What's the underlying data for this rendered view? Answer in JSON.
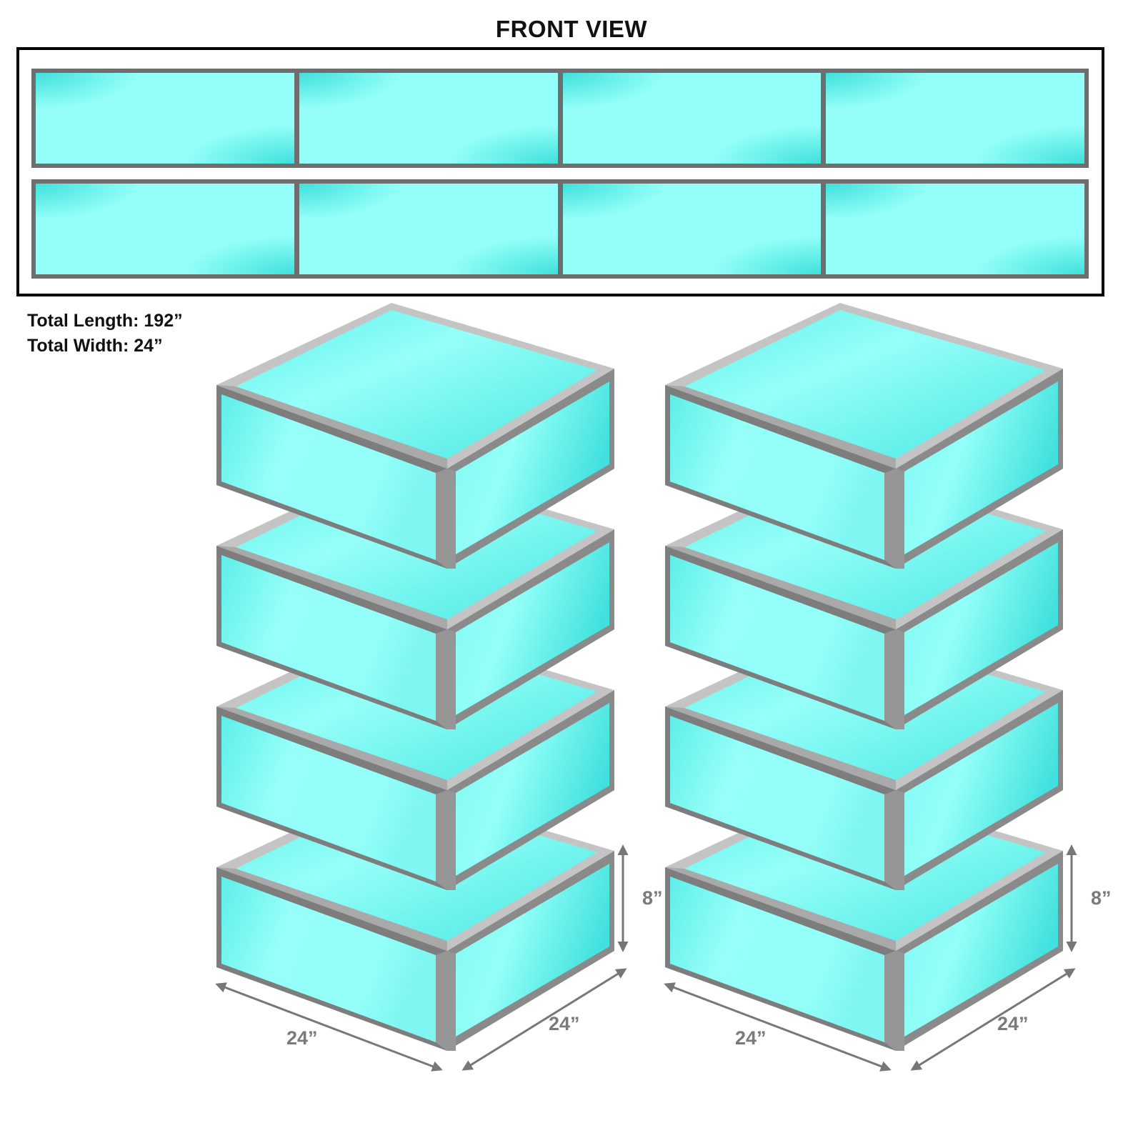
{
  "title": "FRONT VIEW",
  "front_view": {
    "rows": 2,
    "panels_per_row": 4,
    "panel_color": "#93fff8",
    "panel_edge_color": "#3fe0dd",
    "frame_color": "#6e6e6e",
    "border_color": "#000000"
  },
  "totals": {
    "length_label": "Total Length: 192”",
    "width_label": "Total Width: 24”"
  },
  "stacks": [
    {
      "name": "left-stack",
      "boxes": 4,
      "dimensions": {
        "height": "8”",
        "length": "24”",
        "depth": "24”"
      }
    },
    {
      "name": "right-stack",
      "boxes": 4,
      "dimensions": {
        "height": "8”",
        "length": "24”",
        "depth": "24”"
      }
    }
  ],
  "colors": {
    "box_face": "#93fff8",
    "box_face_dark": "#3fe0dd",
    "frame_dark": "#7d7d7d",
    "frame_light": "#c4c4c4",
    "dimension_text": "#7a7a7a"
  }
}
